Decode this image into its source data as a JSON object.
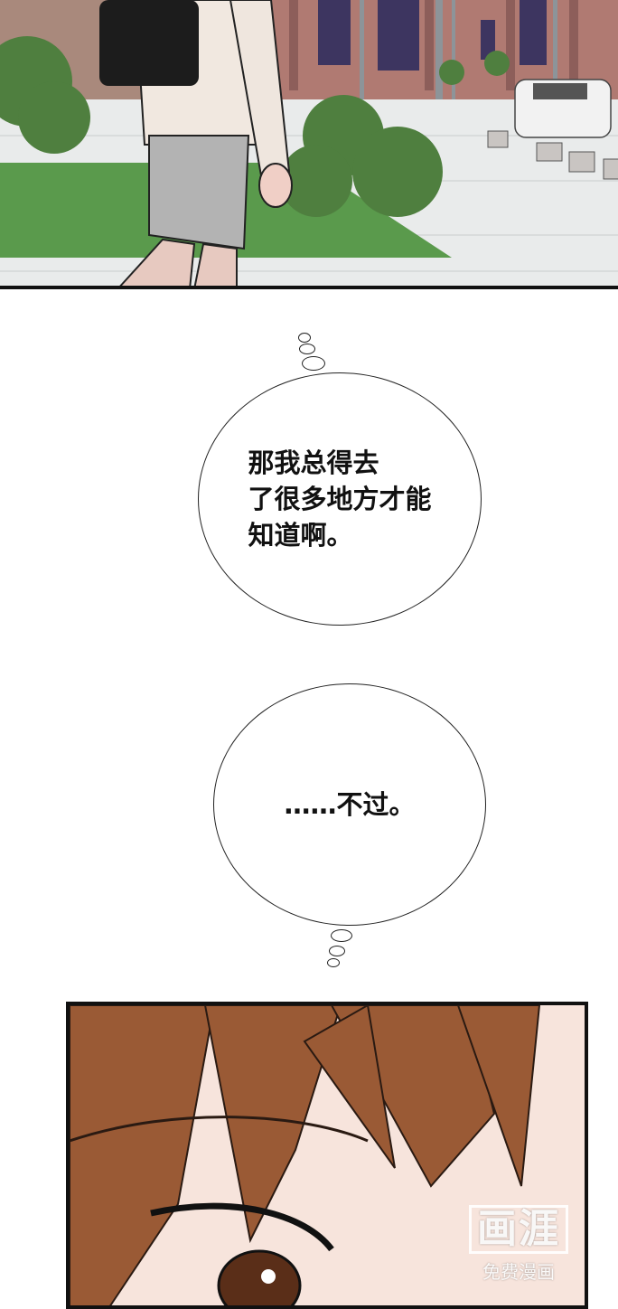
{
  "bubble_1": {
    "text": "那我总得去\n了很多地方才能\n知道啊。"
  },
  "bubble_2": {
    "text": "……不过。"
  },
  "watermark": {
    "logo": "画涯",
    "subtitle": "免费漫画"
  },
  "colors": {
    "ink": "#111111",
    "hair": "#9a5a35",
    "skin": "#f7e4dc",
    "grass": "#5a9a4c"
  }
}
